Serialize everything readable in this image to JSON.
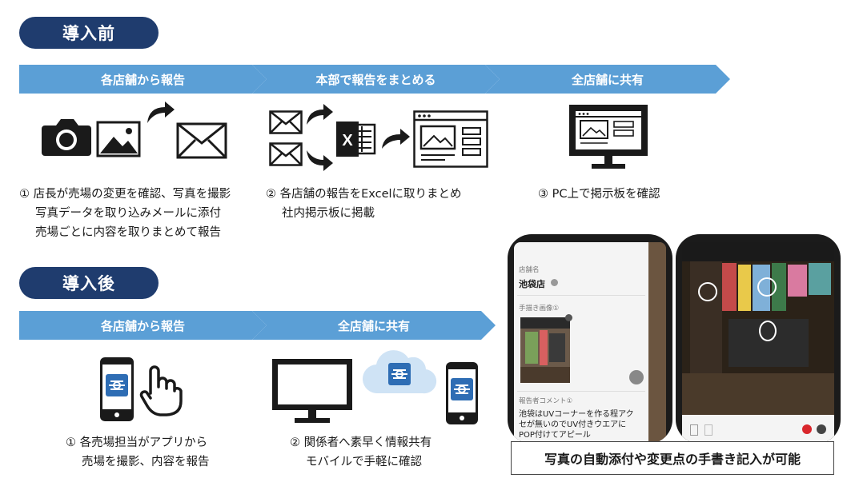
{
  "before": {
    "label": "導入前",
    "steps": [
      "各店舗から報告",
      "本部で報告をまとめる",
      "全店舗に共有"
    ],
    "desc1": [
      "① 店長が売場の変更を確認、写真を撮影",
      "写真データを取り込みメールに添付",
      "売場ごとに内容を取りまとめて報告"
    ],
    "desc2": [
      "② 各店舗の報告をExcelに取りまとめ",
      "社内掲示板に掲載"
    ],
    "desc3": [
      "③ PC上で掲示板を確認"
    ]
  },
  "after": {
    "label": "導入後",
    "steps": [
      "各店舗から報告",
      "全店舗に共有"
    ],
    "desc1": [
      "① 各売場担当がアプリから",
      "売場を撮影、内容を報告"
    ],
    "desc2": [
      "② 関係者へ素早く情報共有",
      "モバイルで手軽に確認"
    ]
  },
  "app": {
    "store_field_label": "店舗名",
    "store_value": "池袋店",
    "image_field_label": "手描き画像①",
    "comment_field_label": "報告者コメント①",
    "comment_lines": [
      "池袋はUVコーナーを作る程アク",
      "セが無いのでUV付きウエアに",
      "POP付けてアピール"
    ]
  },
  "caption": "写真の自動添付や変更点の手書き記入が可能",
  "colors": {
    "navy": "#1f3c6e",
    "arrow_blue": "#5b9fd6",
    "app_blue": "#2e6db4",
    "cloud": "#cfe3f5"
  }
}
